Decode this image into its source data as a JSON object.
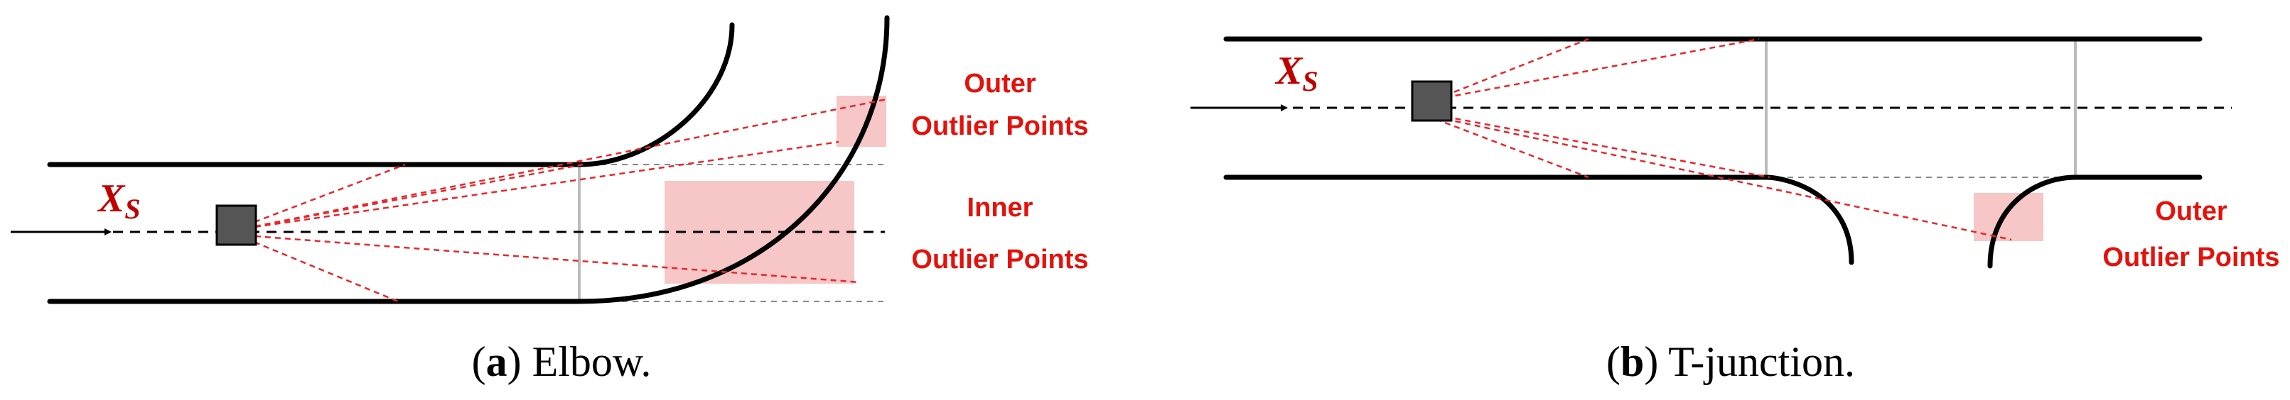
{
  "panels": {
    "a": {
      "symbol": {
        "main": "X",
        "sub": "S"
      },
      "outer_label": {
        "line1": "Outer",
        "line2": "Outlier Points"
      },
      "inner_label": {
        "line1": "Inner",
        "line2": "Outlier Points"
      },
      "caption": {
        "open": "(",
        "letter": "a",
        "close": ")",
        "text": " Elbow."
      }
    },
    "b": {
      "symbol": {
        "main": "X",
        "sub": "S"
      },
      "outer_label": {
        "line1": "Outer",
        "line2": "Outlier Points"
      },
      "caption": {
        "open": "(",
        "letter": "b",
        "close": ")",
        "text": " T-junction."
      }
    }
  },
  "colors": {
    "wall": "#000000",
    "ray": "#e8262b",
    "label": "#e3120b",
    "symbol": "#c00000",
    "highlight": "#f7c6c6",
    "sensor": "#555555"
  }
}
